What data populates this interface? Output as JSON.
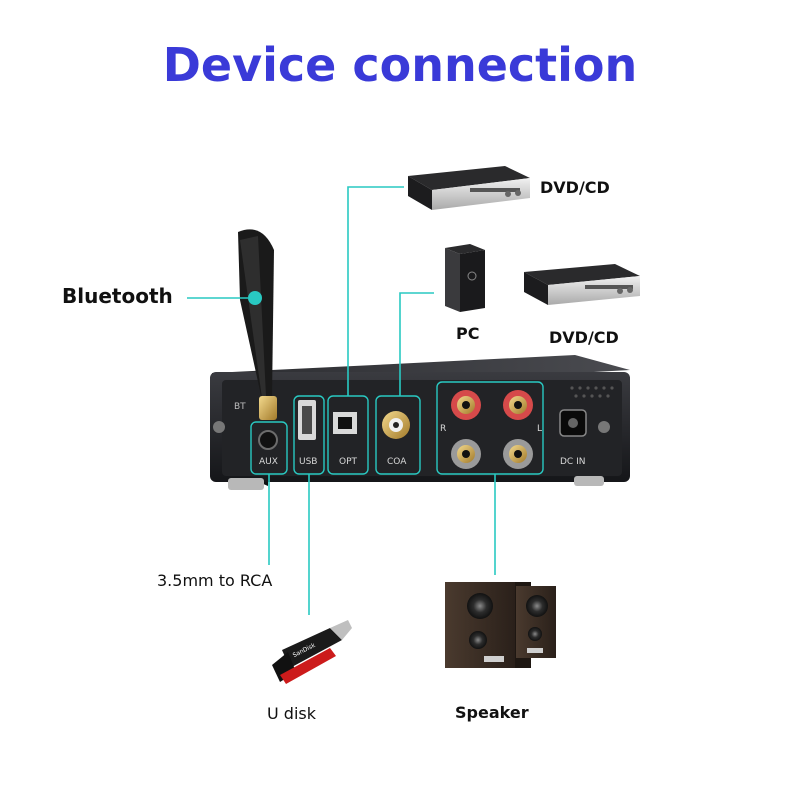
{
  "title": "Device connection",
  "colors": {
    "title": "#3a3ad8",
    "connector": "#29c9c2",
    "amp_body": "#1b1c1f",
    "panel": "#2a2b2f"
  },
  "labels": {
    "bluetooth": "Bluetooth",
    "dvd_top": "DVD/CD",
    "pc": "PC",
    "dvd_mid": "DVD/CD",
    "aux_cable": "3.5mm to RCA",
    "udisk": "U disk",
    "speaker": "Speaker"
  },
  "ports": {
    "bt": "BT",
    "aux": "AUX",
    "usb": "USB",
    "opt": "OPT",
    "coa": "COA",
    "r": "R",
    "l": "L",
    "dcin": "DC IN"
  },
  "usb_brand": "SanDisk",
  "icons": [
    "antenna-icon",
    "dvd-player-icon",
    "pc-tower-icon",
    "usb-drive-icon",
    "speaker-icon"
  ]
}
